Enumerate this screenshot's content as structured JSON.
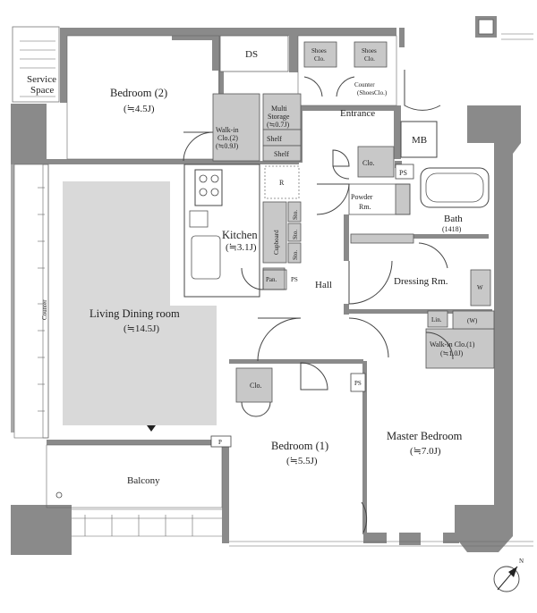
{
  "rooms": {
    "service_space": {
      "name": "Service",
      "name2": "Space"
    },
    "bedroom2": {
      "name": "Bedroom (2)",
      "size": "(≒4.5J)"
    },
    "ds": {
      "name": "DS"
    },
    "shoes_clo_1": {
      "name": "Shoes",
      "name2": "Clo."
    },
    "shoes_clo_2": {
      "name": "Shoes",
      "name2": "Clo."
    },
    "counter_shoes": {
      "name": "Counter",
      "name2": "(ShoesClo.)"
    },
    "entrance": {
      "name": "Entrance"
    },
    "multi_storage": {
      "name": "Multi",
      "name2": "Storage",
      "size": "(≒0.7J)"
    },
    "walkin_clo2": {
      "name": "Walk-in",
      "name2": "Clo.(2)",
      "size": "(≒0.9J)"
    },
    "shelf1": {
      "name": "Shelf"
    },
    "shelf2": {
      "name": "Shelf"
    },
    "mb": {
      "name": "MB"
    },
    "clo_hall": {
      "name": "Clo."
    },
    "ps1": {
      "name": "PS"
    },
    "ps2": {
      "name": "PS"
    },
    "ps3": {
      "name": "PS"
    },
    "r": {
      "name": "R"
    },
    "powder_rm": {
      "name": "Powder",
      "name2": "Rm."
    },
    "bath": {
      "name": "Bath",
      "size": "(1418)"
    },
    "kitchen": {
      "name": "Kitchen",
      "size": "(≒3.1J)"
    },
    "cupboard": {
      "name": "Cupboard"
    },
    "sto1": {
      "name": "Sto."
    },
    "sto2": {
      "name": "Sto."
    },
    "sto3": {
      "name": "Sto."
    },
    "pan": {
      "name": "Pan."
    },
    "hall": {
      "name": "Hall"
    },
    "dressing_rm": {
      "name": "Dressing Rm."
    },
    "w_washer": {
      "name": "W"
    },
    "lin": {
      "name": "Lin."
    },
    "w_small": {
      "name": "(W)"
    },
    "walkin_clo1": {
      "name": "Walk-in Clo.(1)",
      "size": "(≒1.0J)"
    },
    "counter_side": {
      "name": "Counter"
    },
    "living": {
      "name": "Living Dining room",
      "size": "(≒14.5J)"
    },
    "clo_bed1": {
      "name": "Clo."
    },
    "bedroom1": {
      "name": "Bedroom (1)",
      "size": "(≒5.5J)"
    },
    "master": {
      "name": "Master Bedroom",
      "size": "(≒7.0J)"
    },
    "p": {
      "name": "P"
    },
    "balcony": {
      "name": "Balcony"
    }
  },
  "compass": {
    "label": "N"
  },
  "colors": {
    "wall": "#8a8a8a",
    "fixture": "#c8c8c8",
    "floor_highlight": "#d9d9d9"
  }
}
